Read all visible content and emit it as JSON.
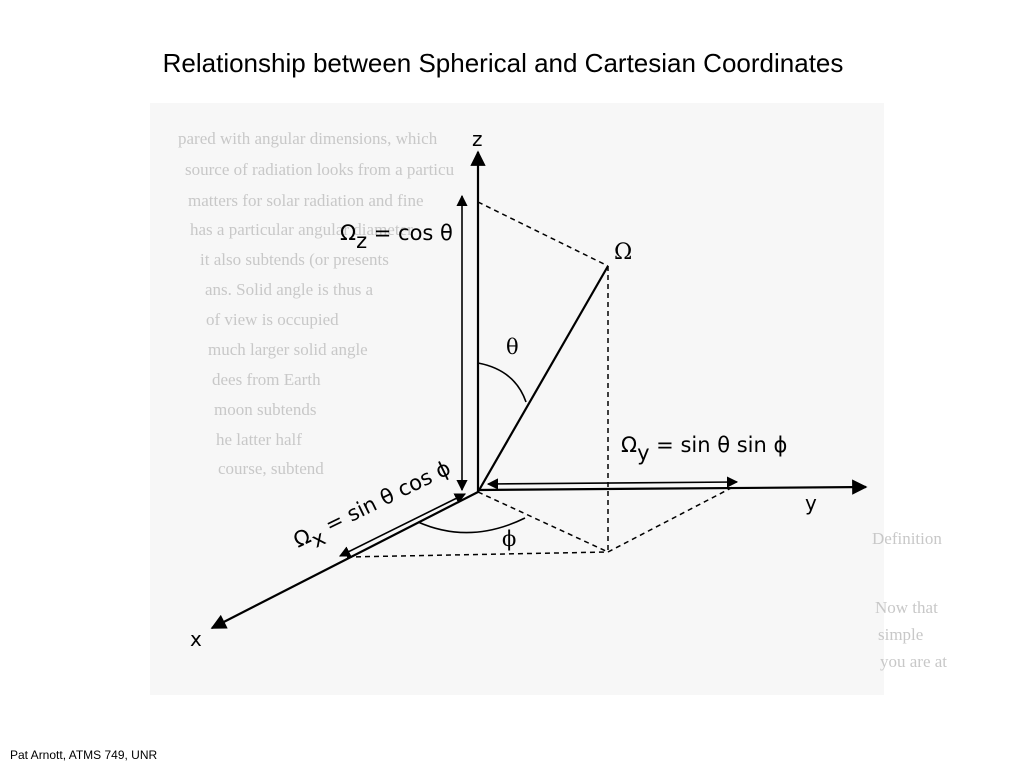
{
  "title": "Relationship between Spherical and Cartesian Coordinates",
  "footer": "Pat Arnott, ATMS 749, UNR",
  "background_text": [
    "pared with angular dimensions, which",
    "source of radiation looks from a particu",
    "matters for solar radiation and fine",
    "has a particular angular diameter",
    "it also subtends (or presents",
    "ans. Solid angle is thus a",
    "of view is occupied",
    "much larger solid angle",
    "dees from Earth",
    "moon subtends",
    "he latter half",
    "course, subtend",
    "Definition",
    "Now that",
    "simple",
    "you are at"
  ],
  "axes": {
    "x": "x",
    "y": "y",
    "z": "z"
  },
  "labels": {
    "omega": "Ω",
    "theta": "θ",
    "phi": "ϕ",
    "omega_z": {
      "sym": "Ω",
      "sub": "z",
      "rest": " = cos θ"
    },
    "omega_y": {
      "sym": "Ω",
      "sub": "y",
      "rest": " = sin θ sin ϕ"
    },
    "omega_x": {
      "sym": "Ω",
      "sub": "x",
      "rest": " = sin θ cos ϕ"
    }
  }
}
